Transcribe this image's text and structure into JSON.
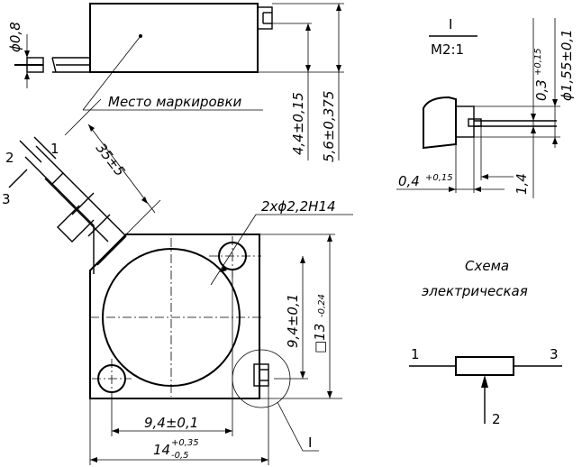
{
  "labels": {
    "marking_place": "Место маркировки",
    "scale_roman": "I",
    "scale": "M2:1",
    "callout": "I",
    "schema_line1": "Схема",
    "schema_line2": "электрическая"
  },
  "pins": {
    "p1": "1",
    "p2": "2",
    "p3": "3"
  },
  "schema_pins": {
    "s1": "1",
    "s2": "2",
    "s3": "3"
  },
  "dimensions": {
    "phi08": "ϕ0,8",
    "h44": "4,4±0,15",
    "h56": "5,6±0,375",
    "lead_len": "35±5",
    "holes": "2xϕ2,2H14",
    "pitch_v": "9,4±0,1",
    "square": "□13",
    "square_tol": "-0,24",
    "pitch_h": "9,4±0,1",
    "width_main": "14",
    "width_tol_up": "+0,35",
    "width_tol_dn": "-0,5",
    "d03": "0,3",
    "d03_tol": "+0,15",
    "phi155": "ϕ1,55±0,1",
    "d04": "0,4",
    "d04_tol": "+0,15",
    "d14": "1,4"
  }
}
